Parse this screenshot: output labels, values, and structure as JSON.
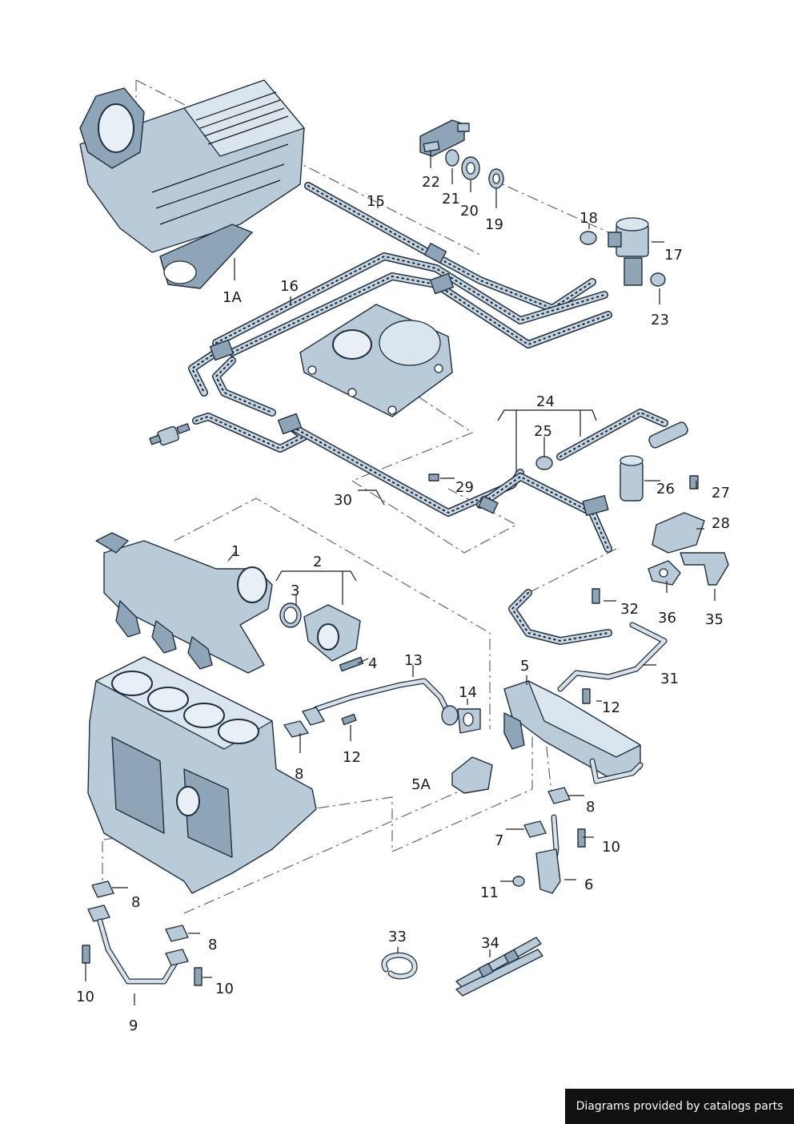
{
  "callouts": {
    "c1A": "1A",
    "c15": "15",
    "c16": "16",
    "c17": "17",
    "c18": "18",
    "c19": "19",
    "c20": "20",
    "c21": "21",
    "c22": "22",
    "c23": "23",
    "c24": "24",
    "c25": "25",
    "c26": "26",
    "c27": "27",
    "c28": "28",
    "c29": "29",
    "c30": "30",
    "c1": "1",
    "c2": "2",
    "c3": "3",
    "c4": "4",
    "c5": "5",
    "c5A": "5A",
    "c6": "6",
    "c7": "7",
    "c8a": "8",
    "c8b": "8",
    "c8c": "8",
    "c8d": "8",
    "c9": "9",
    "c10a": "10",
    "c10b": "10",
    "c10c": "10",
    "c11": "11",
    "c12a": "12",
    "c12b": "12",
    "c13": "13",
    "c14": "14",
    "c31": "31",
    "c32": "32",
    "c33": "33",
    "c34": "34",
    "c35": "35",
    "c36": "36"
  },
  "footer": {
    "credit": "Diagrams provided by catalogs parts"
  },
  "colors": {
    "part_fill": "#b9cad8",
    "outline": "#1f2f3f",
    "footer_bg": "#111111"
  }
}
